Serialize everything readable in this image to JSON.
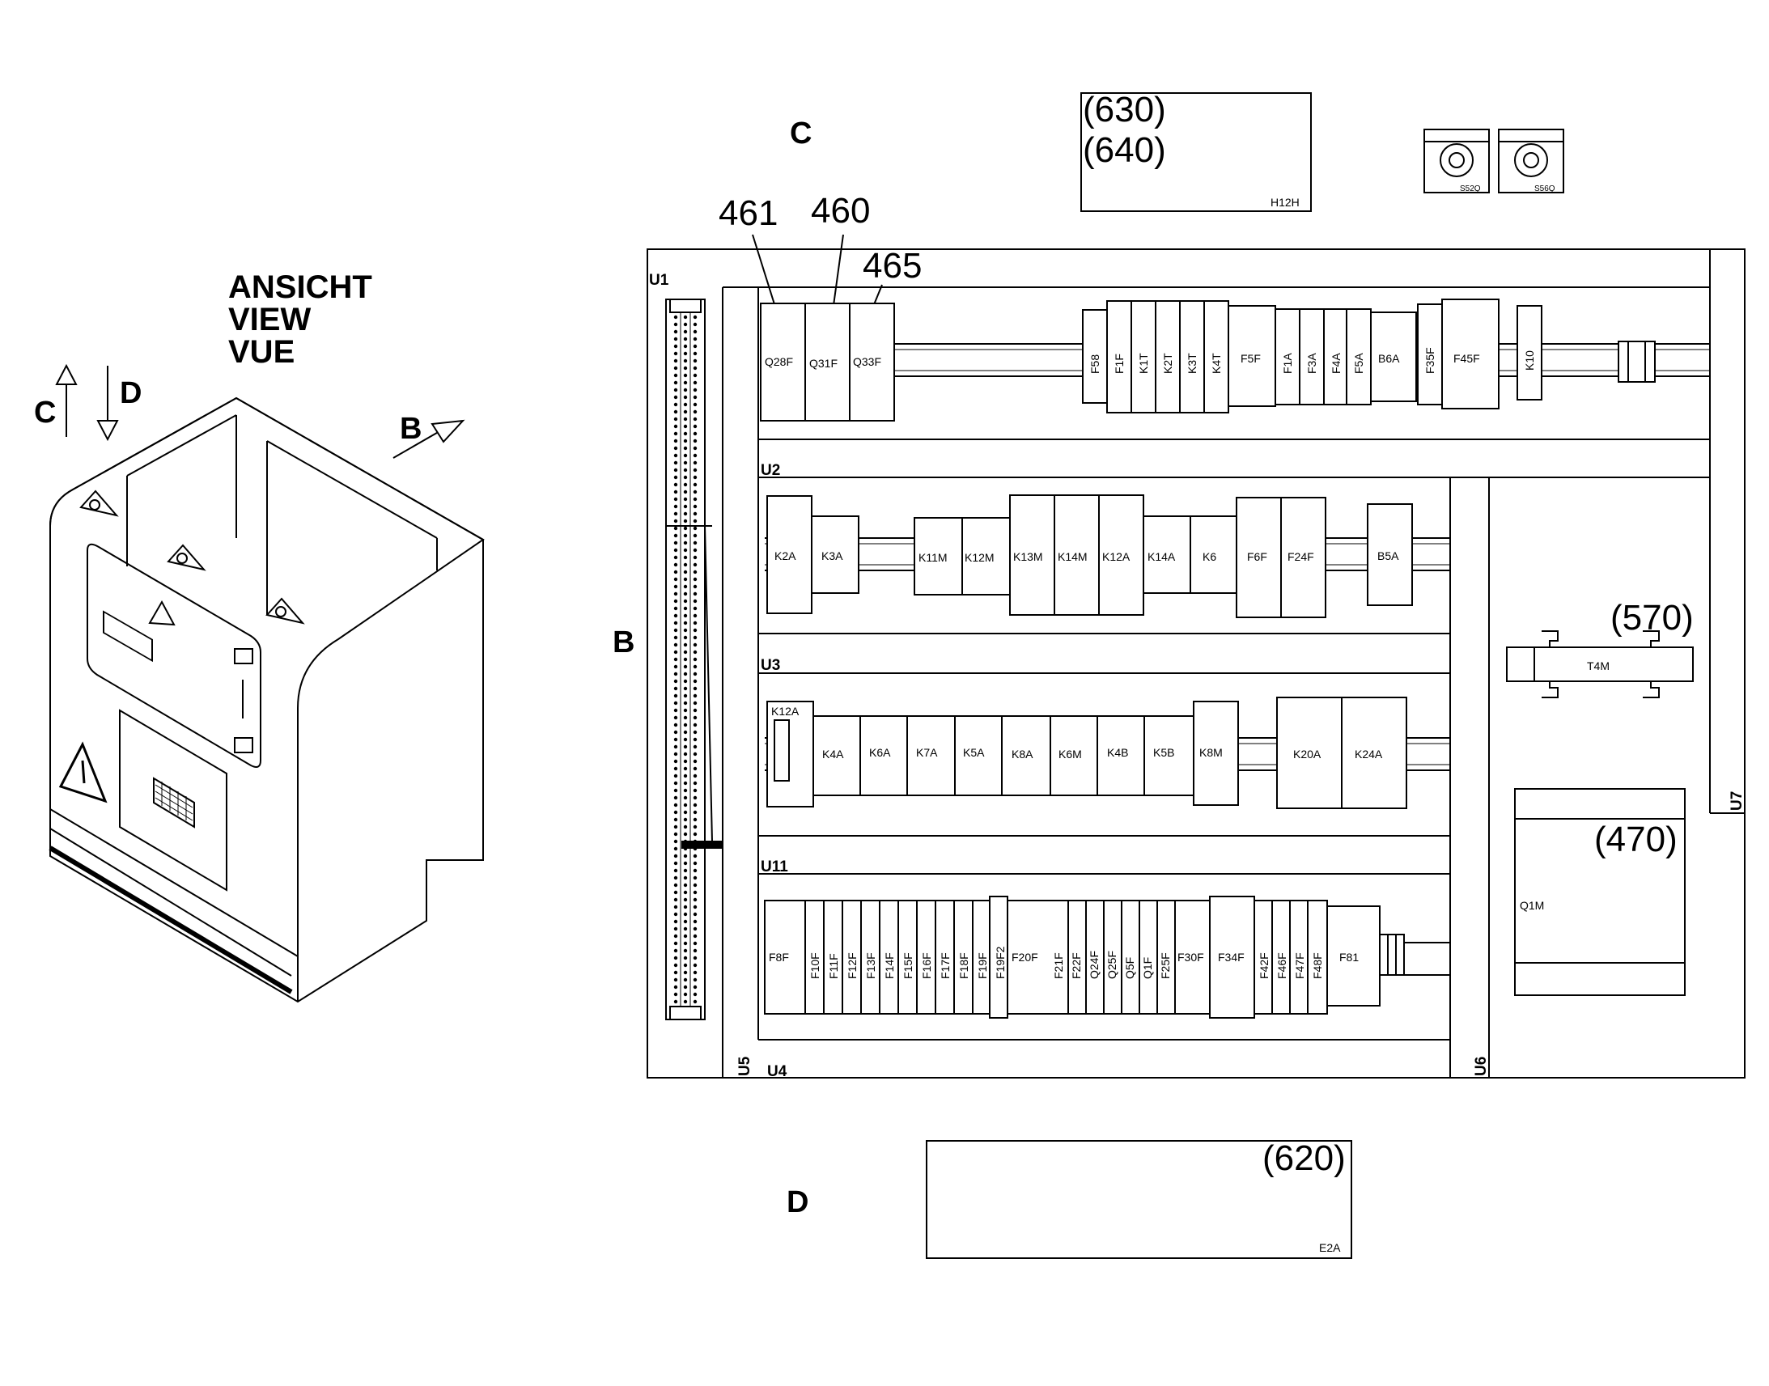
{
  "view_title": [
    "ANSICHT",
    "VIEW",
    "VUE"
  ],
  "view_letters": {
    "c": "C",
    "d": "D",
    "b": "B"
  },
  "side_labels": {
    "c_top": "C",
    "b_left": "B",
    "d_bottom": "D"
  },
  "callouts": {
    "c461": "461",
    "c460": "460",
    "c465": "465"
  },
  "boxes": {
    "h12h": {
      "refs": [
        "(630)",
        "(640)"
      ],
      "tag": "H12H"
    },
    "e2a": {
      "ref": "(620)",
      "tag": "E2A"
    },
    "t4m": {
      "ref": "(570)",
      "tag": "T4M"
    },
    "q1m": {
      "ref": "(470)",
      "tag": "Q1M"
    }
  },
  "switches": [
    "S52Q",
    "S56Q"
  ],
  "rails": {
    "u1": "U1",
    "u2": "U2",
    "u3": "U3",
    "u11": "U11",
    "u4": "U4",
    "u5": "U5",
    "u6": "U6",
    "u7": "U7"
  },
  "rail_u1": {
    "group1": [
      "Q28F",
      "Q31F",
      "Q33F"
    ],
    "group2": [
      "F58",
      "F1F",
      "K1T",
      "K2T",
      "K3T",
      "K4T",
      "F5F",
      "F1A",
      "F3A",
      "F4A",
      "F5A",
      "B6A",
      "F35F",
      "F45F",
      "K10"
    ]
  },
  "rail_u2": [
    "K2A",
    "K3A",
    "K11M",
    "K12M",
    "K13M",
    "K14M",
    "K12A",
    "K14A",
    "K6",
    "F6F",
    "F24F",
    "B5A"
  ],
  "rail_u3": [
    "K12A",
    "K4A",
    "K6A",
    "K7A",
    "K5A",
    "K8A",
    "K6M",
    "K4B",
    "K5B",
    "K8M",
    "K20A",
    "K24A"
  ],
  "rail_u11": [
    "F8F",
    "F10F",
    "F11F",
    "F12F",
    "F13F",
    "F14F",
    "F15F",
    "F16F",
    "F17F",
    "F18F",
    "F19F",
    "F19F2",
    "F20F",
    "F21F",
    "F22F",
    "Q24F",
    "Q25F",
    "Q5F",
    "Q1F",
    "F25F",
    "F30F",
    "F34F",
    "F42F",
    "F46F",
    "F47F",
    "F48F",
    "F81"
  ]
}
